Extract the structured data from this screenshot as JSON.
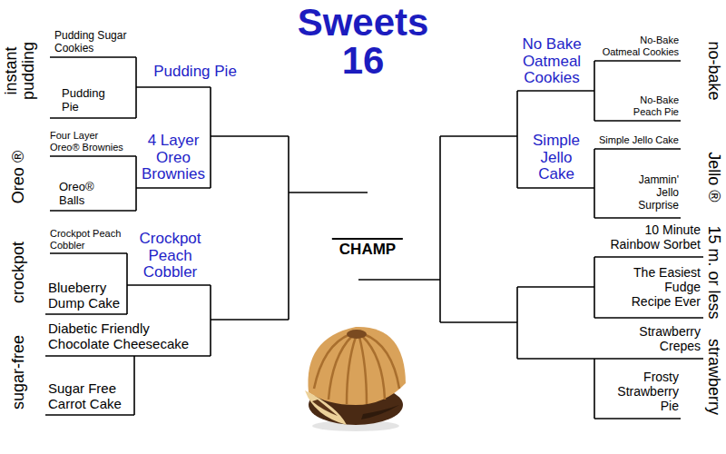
{
  "diagram": {
    "title": "Sweets 16",
    "labels": [
      "instant pudding",
      "Oreo ®",
      "crockpot",
      "sugar-free",
      "Pudding Sugar Cookies",
      "Pudding Pie",
      "Four Layer Oreo® Brownies",
      "Oreo® Balls",
      "Crockpot Peach Cobbler",
      "Blueberry Dump Cake",
      "Diabetic Friendly Chocolate Cheesecake",
      "Sugar Free Carrot Cake",
      "Pudding Pie",
      "4 Layer Oreo Brownies",
      "Crockpot Peach Cobbler",
      "CHAMP",
      "No Bake Oatmeal Cookies",
      "Simple Jello Cake",
      "No-Bake Oatmeal Cookies",
      "No-Bake Peach Pie",
      "Simple Jello Cake",
      "Jammin' Jello Surprise",
      "10 Minute Rainbow Sorbet",
      "The Easiest Fudge Recipe Ever",
      "Strawberry Crepes",
      "Frosty Strawberry Pie",
      "no-bake",
      "Jello ®",
      "15 m. or less",
      "strawberry"
    ]
  }
}
